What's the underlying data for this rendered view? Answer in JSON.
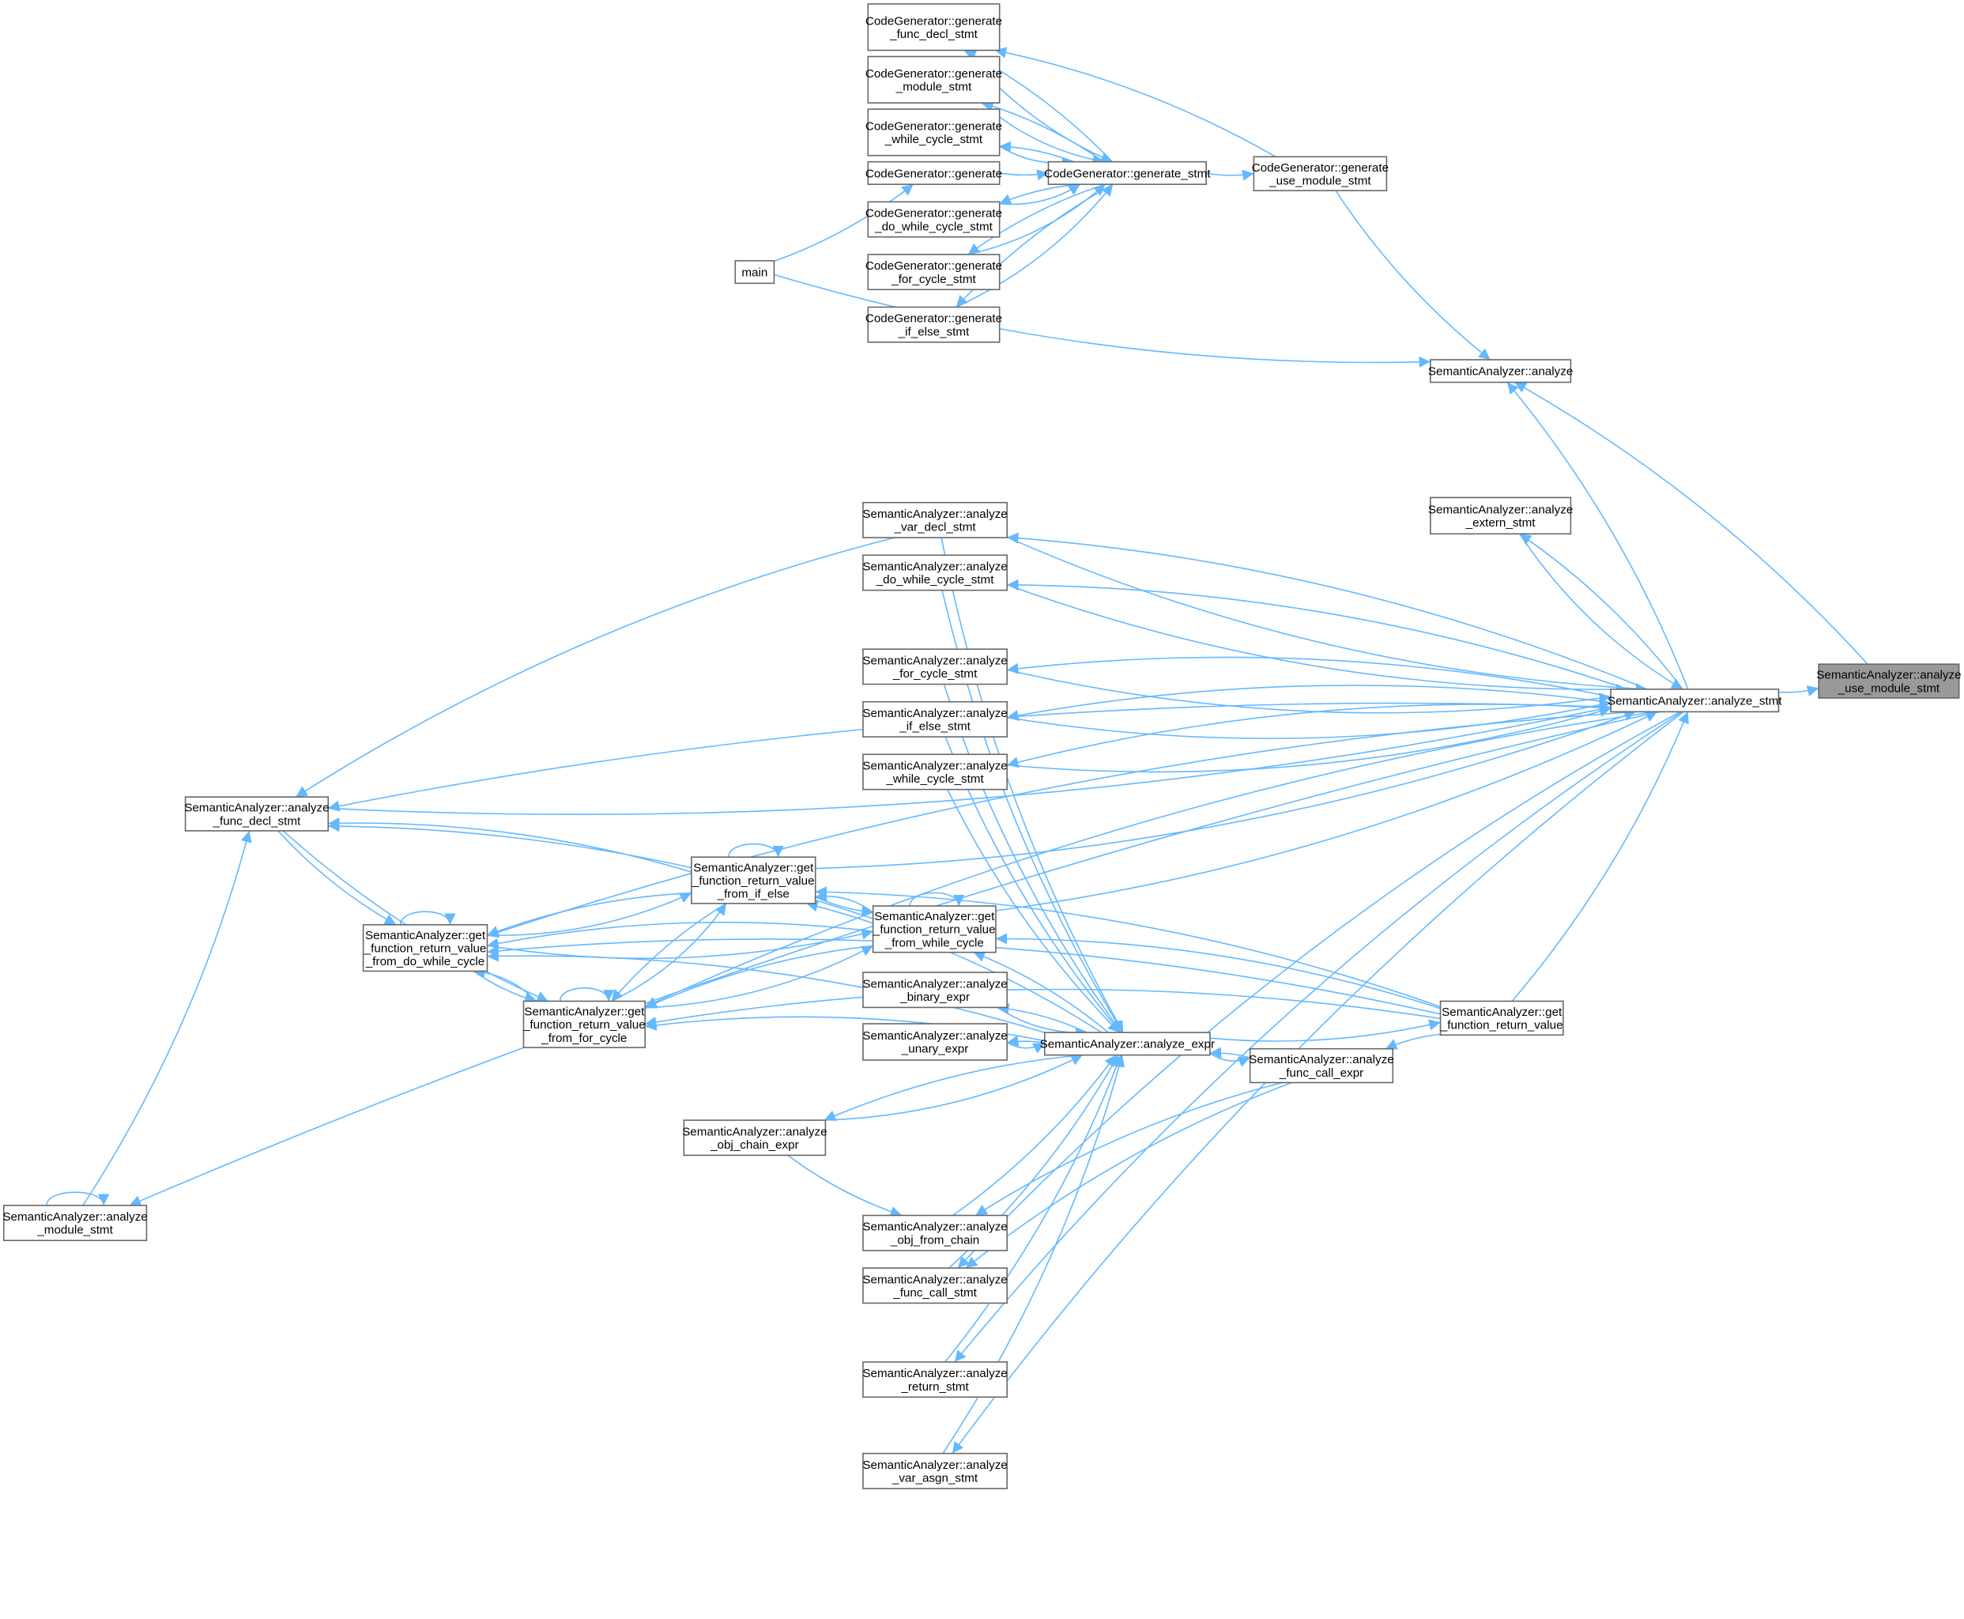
{
  "title": "Caller graph of SemanticAnalyzer::analyze_use_module_stmt",
  "colors": {
    "edge": "#63b8ff",
    "node_border": "#666666",
    "highlight_fill": "#999999"
  },
  "nodes": [
    {
      "id": "cg_fd",
      "lines": [
        "CodeGenerator::generate",
        "_func_decl_stmt"
      ]
    },
    {
      "id": "cg_mod",
      "lines": [
        "CodeGenerator::generate",
        "_module_stmt"
      ]
    },
    {
      "id": "cg_while",
      "lines": [
        "CodeGenerator::generate",
        "_while_cycle_stmt"
      ]
    },
    {
      "id": "cg_gen",
      "lines": [
        "CodeGenerator::generate"
      ]
    },
    {
      "id": "cg_stmt",
      "lines": [
        "CodeGenerator::generate_stmt"
      ]
    },
    {
      "id": "cg_use",
      "lines": [
        "CodeGenerator::generate",
        "_use_module_stmt"
      ]
    },
    {
      "id": "main",
      "lines": [
        "main"
      ]
    },
    {
      "id": "cg_dow",
      "lines": [
        "CodeGenerator::generate",
        "_do_while_cycle_stmt"
      ]
    },
    {
      "id": "cg_for",
      "lines": [
        "CodeGenerator::generate",
        "_for_cycle_stmt"
      ]
    },
    {
      "id": "cg_if",
      "lines": [
        "CodeGenerator::generate",
        "_if_else_stmt"
      ]
    },
    {
      "id": "sa_an",
      "lines": [
        "SemanticAnalyzer::analyze"
      ]
    },
    {
      "id": "vardecl",
      "lines": [
        "SemanticAnalyzer::analyze",
        "_var_decl_stmt"
      ]
    },
    {
      "id": "extern",
      "lines": [
        "SemanticAnalyzer::analyze",
        "_extern_stmt"
      ]
    },
    {
      "id": "dow",
      "lines": [
        "SemanticAnalyzer::analyze",
        "_do_while_cycle_stmt"
      ]
    },
    {
      "id": "for",
      "lines": [
        "SemanticAnalyzer::analyze",
        "_for_cycle_stmt"
      ]
    },
    {
      "id": "if",
      "lines": [
        "SemanticAnalyzer::analyze",
        "_if_else_stmt"
      ]
    },
    {
      "id": "while",
      "lines": [
        "SemanticAnalyzer::analyze",
        "_while_cycle_stmt"
      ]
    },
    {
      "id": "stmt",
      "lines": [
        "SemanticAnalyzer::analyze_stmt"
      ]
    },
    {
      "id": "use",
      "lines": [
        "SemanticAnalyzer::analyze",
        "_use_module_stmt"
      ],
      "highlight": true
    },
    {
      "id": "funcdecl",
      "lines": [
        "SemanticAnalyzer::analyze",
        "_func_decl_stmt"
      ]
    },
    {
      "id": "fif",
      "lines": [
        "SemanticAnalyzer::get",
        "_function_return_value",
        "_from_if_else"
      ]
    },
    {
      "id": "fwhile",
      "lines": [
        "SemanticAnalyzer::get",
        "_function_return_value",
        "_from_while_cycle"
      ]
    },
    {
      "id": "fdow",
      "lines": [
        "SemanticAnalyzer::get",
        "_function_return_value",
        "_from_do_while_cycle"
      ]
    },
    {
      "id": "ffor",
      "lines": [
        "SemanticAnalyzer::get",
        "_function_return_value",
        "_from_for_cycle"
      ]
    },
    {
      "id": "binary",
      "lines": [
        "SemanticAnalyzer::analyze",
        "_binary_expr"
      ]
    },
    {
      "id": "unary",
      "lines": [
        "SemanticAnalyzer::analyze",
        "_unary_expr"
      ]
    },
    {
      "id": "expr",
      "lines": [
        "SemanticAnalyzer::analyze_expr"
      ]
    },
    {
      "id": "grv",
      "lines": [
        "SemanticAnalyzer::get",
        "_function_return_value"
      ]
    },
    {
      "id": "fce",
      "lines": [
        "SemanticAnalyzer::analyze",
        "_func_call_expr"
      ]
    },
    {
      "id": "objchain",
      "lines": [
        "SemanticAnalyzer::analyze",
        "_obj_chain_expr"
      ]
    },
    {
      "id": "objfrom",
      "lines": [
        "SemanticAnalyzer::analyze",
        "_obj_from_chain"
      ]
    },
    {
      "id": "fcs",
      "lines": [
        "SemanticAnalyzer::analyze",
        "_func_call_stmt"
      ]
    },
    {
      "id": "ret",
      "lines": [
        "SemanticAnalyzer::analyze",
        "_return_stmt"
      ]
    },
    {
      "id": "asgn",
      "lines": [
        "SemanticAnalyzer::analyze",
        "_var_asgn_stmt"
      ]
    },
    {
      "id": "modst",
      "lines": [
        "SemanticAnalyzer::analyze",
        "_module_stmt"
      ]
    }
  ]
}
